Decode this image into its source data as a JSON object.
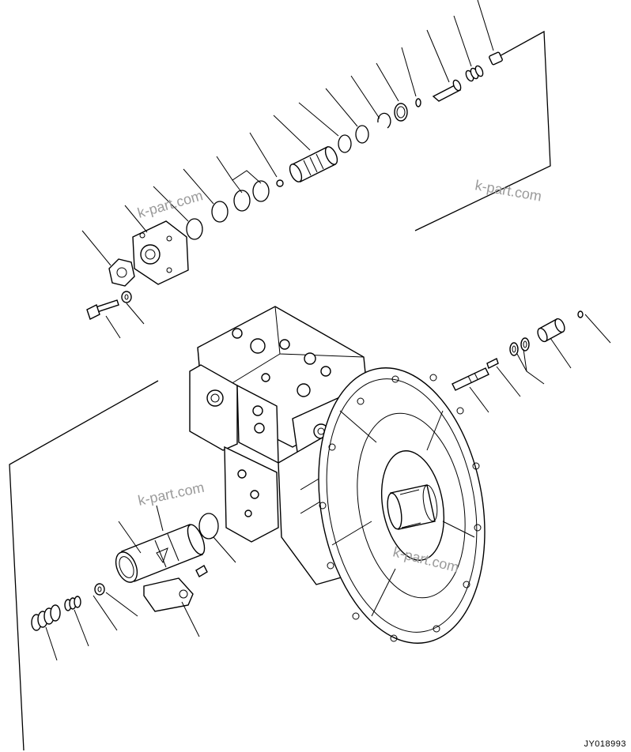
{
  "diagram": {
    "drawing_code": "JY018993",
    "watermarks": [
      "k-part.com",
      "k-part.com",
      "k-part.com",
      "k-part.com"
    ]
  },
  "colors": {
    "ink": "#000000",
    "paper": "#ffffff",
    "watermark": "#9a9a9a"
  }
}
